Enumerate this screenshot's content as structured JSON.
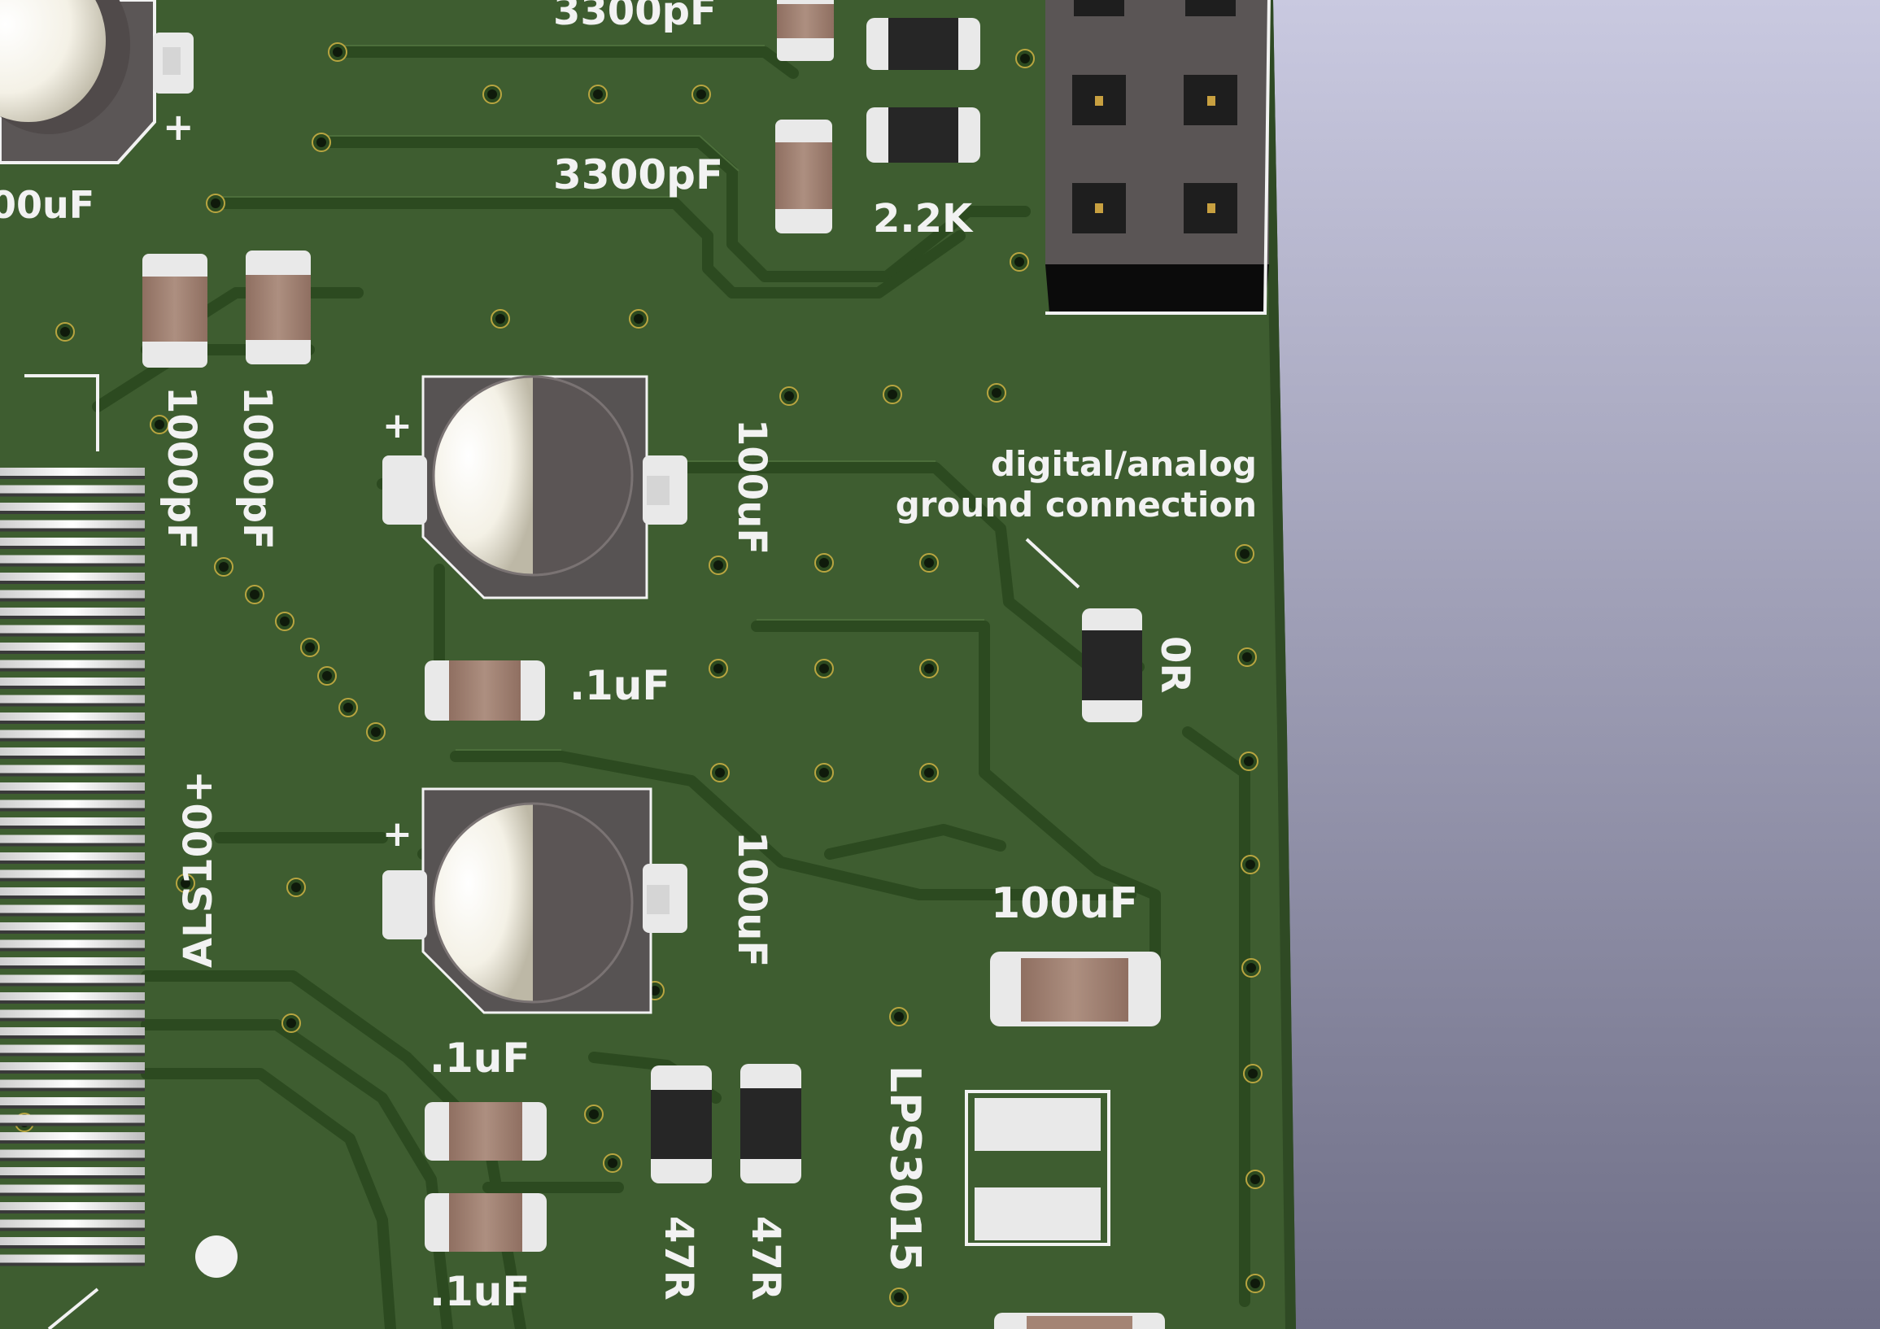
{
  "app": {
    "title": "KiCad 3D Viewer",
    "colors": {
      "board": "#3d5c2f",
      "board_edge": "#2f4a24",
      "trace": "#2c4a20",
      "background_top": "#c9c9e0",
      "background_bottom": "#6e6e86",
      "silkscreen": "#f2f2f2",
      "pad": "#e9e9e9",
      "cap_body": "#a48474",
      "resistor_body": "#262626"
    }
  },
  "labels": {
    "cap_3300pf_top": "3300pF",
    "cap_100uf_partial": "00uF",
    "plus_sign": "+",
    "cap_3300pf_mid": "3300pF",
    "res_2_2k": "2.2K",
    "cap_1000pf_a": "1000pF",
    "cap_1000pf_b": "1000pF",
    "cap_100uf_right_a": "100uF",
    "gnd_note_line1": "digital/analog",
    "gnd_note_line2": "ground connection",
    "cap_0_1uf_mid": ".1uF",
    "res_0r": "0R",
    "ic_label": "ALS100+",
    "cap_100uf_right_b": "100uF",
    "cap_100uf_smd": "100uF",
    "cap_0_1uf_bottom_a": ".1uF",
    "cap_0_1uf_bottom_b": ".1uF",
    "res_47r_a": "47R",
    "res_47r_b": "47R",
    "inductor_label": "LPS3015"
  }
}
